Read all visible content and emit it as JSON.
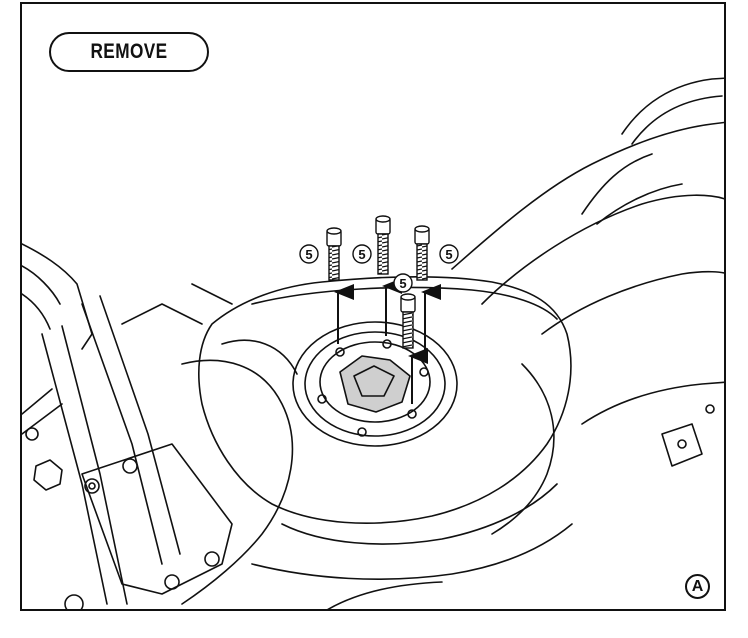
{
  "header": {
    "action_label": "REMOVE"
  },
  "figure": {
    "view_label": "A"
  },
  "callouts": [
    {
      "label": "5"
    },
    {
      "label": "5"
    },
    {
      "label": "5"
    },
    {
      "label": "5"
    }
  ],
  "colors": {
    "line": "#111111",
    "background": "#ffffff"
  },
  "icons": [
    "screw-icon",
    "arrow-up-icon"
  ]
}
